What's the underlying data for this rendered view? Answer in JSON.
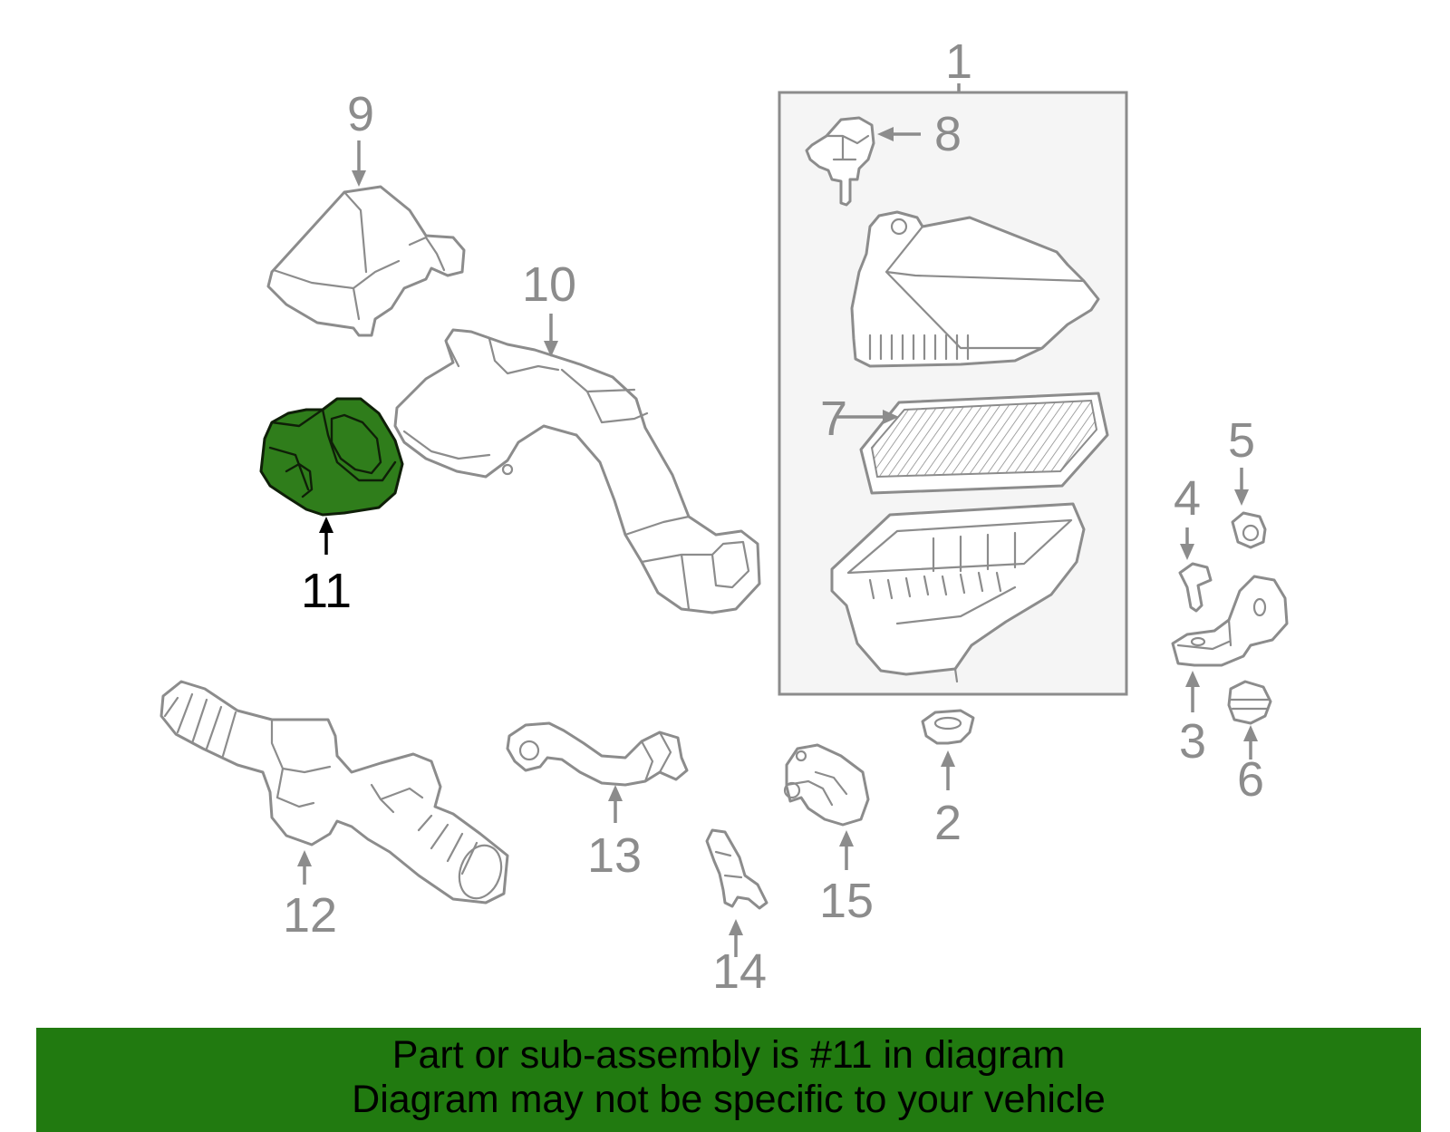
{
  "diagram": {
    "callouts": [
      "1",
      "2",
      "3",
      "4",
      "5",
      "6",
      "7",
      "8",
      "9",
      "10",
      "11",
      "12",
      "13",
      "14",
      "15"
    ],
    "highlighted_part": "11",
    "colors": {
      "highlight": "#2f7d1b",
      "banner": "#217a10",
      "line": "#8c8c8c"
    }
  },
  "banner": {
    "line1": "Part or sub-assembly is #11 in diagram",
    "line2": "Diagram may not be specific to your vehicle"
  }
}
